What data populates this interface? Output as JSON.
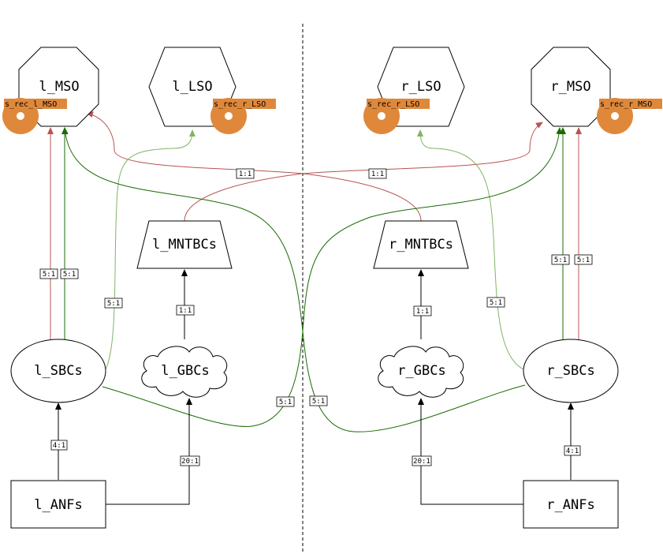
{
  "nodes": {
    "l_mso": "l_MSO",
    "l_lso": "l_LSO",
    "r_lso": "r_LSO",
    "r_mso": "r_MSO",
    "l_mntbcs": "l_MNTBCs",
    "r_mntbcs": "r_MNTBCs",
    "l_sbcs": "l_SBCs",
    "l_gbcs": "l_GBCs",
    "r_gbcs": "r_GBCs",
    "r_sbcs": "r_SBCs",
    "l_anfs": "l_ANFs",
    "r_anfs": "r_ANFs"
  },
  "recorders": {
    "l_mso": "s_rec_l_MSO",
    "l_lso": "s_rec_r_LSO",
    "r_lso": "s_rec_r_LSO",
    "r_mso": "s_rec_r_MSO"
  },
  "edge_labels": {
    "mntbc_cross_left": "1:1",
    "mntbc_cross_right": "1:1",
    "l_sbc_mso_red": "5:1",
    "l_sbc_mso_green": "5:1",
    "l_sbc_lso": "5:1",
    "l_gbc_mntbc": "1:1",
    "r_gbc_mntbc": "1:1",
    "r_sbc_lso": "5:1",
    "r_sbc_mso_green": "5:1",
    "r_sbc_mso_red": "5:1",
    "l_sbc_cross": "5:1",
    "r_sbc_cross": "5:1",
    "l_anf_sbc": "4:1",
    "l_anf_gbc": "20:1",
    "r_anf_gbc": "20:1",
    "r_anf_sbc": "4:1"
  },
  "colors": {
    "inhibitory": "#b85450",
    "excitatory_strong": "#1a6b00",
    "excitatory_light": "#82b366",
    "recorder": "#e0883a",
    "default": "#000000"
  }
}
